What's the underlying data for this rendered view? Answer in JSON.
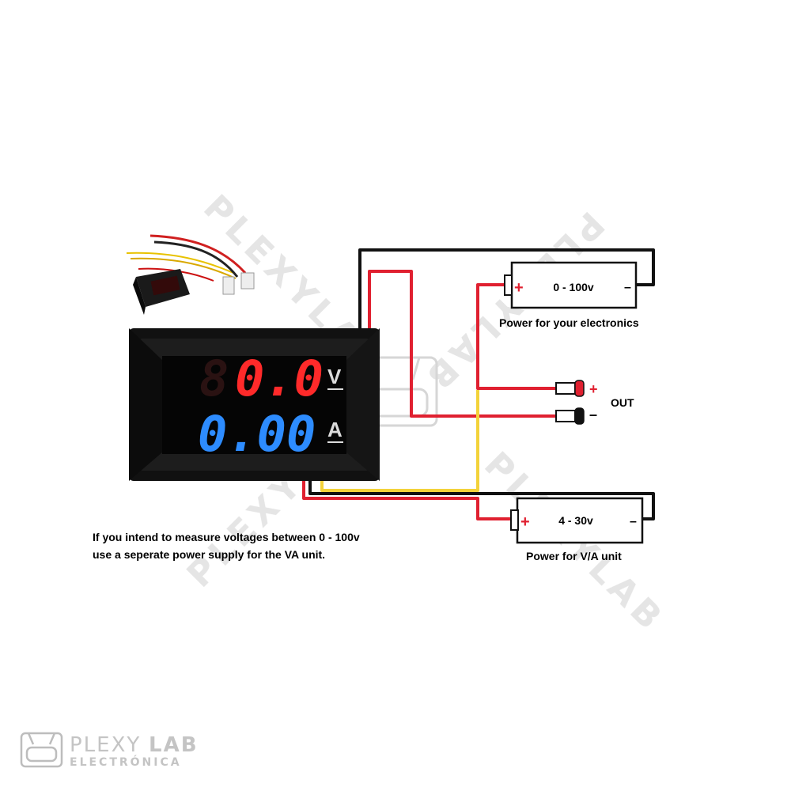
{
  "meter": {
    "voltage_reading": "0.0",
    "voltage_ghost_digit": "8",
    "voltage_unit": "V",
    "current_reading": "0.00",
    "current_unit": "A"
  },
  "battery_top": {
    "label": "0 - 100v",
    "plus": "+",
    "minus": "–",
    "caption": "Power for your electronics"
  },
  "battery_bottom": {
    "label": "4 - 30v",
    "plus": "+",
    "minus": "–",
    "caption": "Power for V/A unit"
  },
  "output": {
    "label": "OUT",
    "plus": "+",
    "minus": "–"
  },
  "note": {
    "line1": "If you intend to measure voltages between 0 - 100v",
    "line2": "use a seperate power supply for the VA unit."
  },
  "watermark": {
    "text": "PLEXYLAB"
  },
  "logo": {
    "brand_a": "PLEXY",
    "brand_b": "LAB",
    "subtitle": "ELECTRÓNICA"
  },
  "colors": {
    "wire_red": "#e02030",
    "wire_black": "#111111",
    "wire_yellow": "#f3d23a",
    "display_red": "#ff2a2a",
    "display_blue": "#2d8cff"
  }
}
